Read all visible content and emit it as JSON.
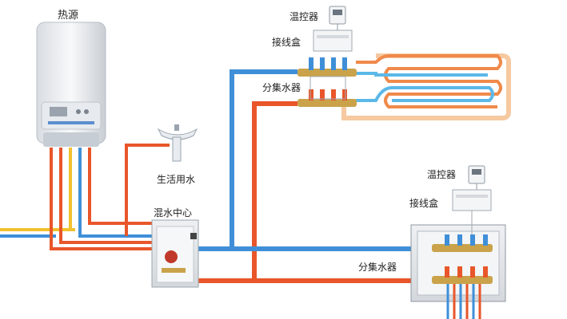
{
  "labels": {
    "heat_source": "热源",
    "thermostat_top": "温控器",
    "junction_box_top": "接线盒",
    "manifold_top": "分集水器",
    "domestic_water": "生活用水",
    "mixing_center": "混水中心",
    "thermostat_bottom": "温控器",
    "junction_box_bottom": "接线盒",
    "manifold_bottom": "分集水器"
  },
  "colors": {
    "hot_pipe": "#e8562a",
    "cold_pipe": "#3f8fd8",
    "yellow_pipe": "#f2c12e",
    "floor_hot": "#f08a4b",
    "floor_cold": "#5bb8e8",
    "floor_outline": "#f6c9a0",
    "brass": "#c9a24a"
  },
  "icons": {
    "boiler": "wall-boiler-icon",
    "sink": "washbasin-icon",
    "thermostat": "thermostat-icon",
    "junction_box": "junction-box-icon",
    "manifold": "manifold-icon",
    "mixing_unit": "mixing-unit-icon",
    "pump": "pump-icon"
  }
}
